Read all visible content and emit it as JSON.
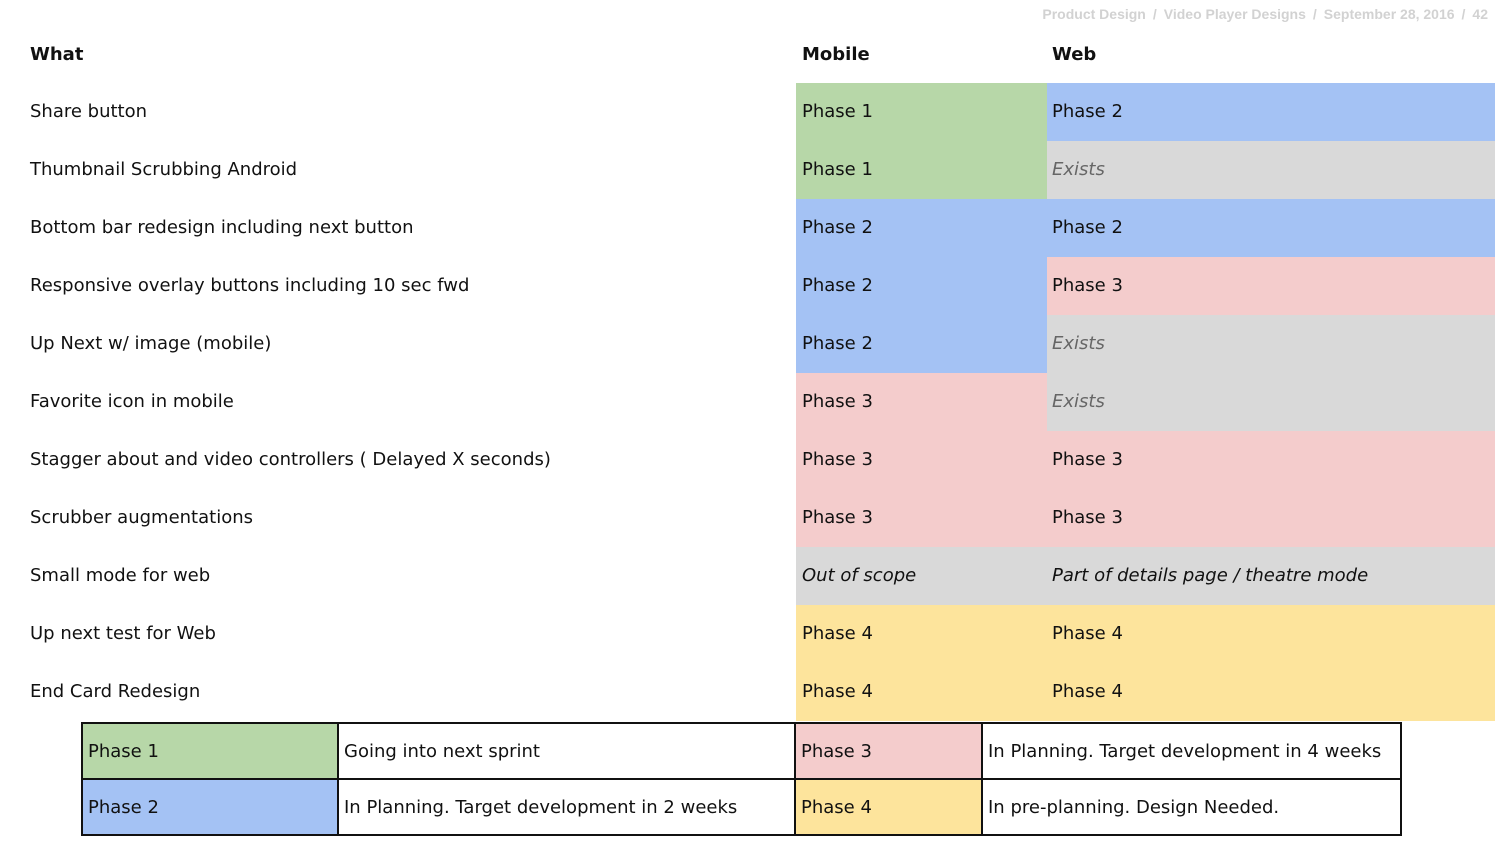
{
  "breadcrumb": {
    "items": [
      "Product Design",
      "Video Player Designs",
      "September 28, 2016"
    ],
    "page_number": "42"
  },
  "headers": {
    "what": "What",
    "mobile": "Mobile",
    "web": "Web"
  },
  "colors": {
    "phase1": "#b7d7a8",
    "phase2": "#a4c2f4",
    "phase3": "#f4cccc",
    "phase4": "#fde49c",
    "grey": "#d9d9d9"
  },
  "rows": [
    {
      "what": "Share button",
      "mobile": "Phase 1",
      "mobile_style": "phase1",
      "web": "Phase 2",
      "web_style": "phase2"
    },
    {
      "what": "Thumbnail Scrubbing Android",
      "mobile": "Phase 1",
      "mobile_style": "phase1",
      "web": "Exists",
      "web_style": "exists"
    },
    {
      "what": "Bottom bar redesign including next button",
      "mobile": "Phase 2",
      "mobile_style": "phase2",
      "web": "Phase 2",
      "web_style": "phase2"
    },
    {
      "what": "Responsive overlay buttons including 10 sec fwd",
      "mobile": "Phase 2",
      "mobile_style": "phase2",
      "web": "Phase 3",
      "web_style": "phase3"
    },
    {
      "what": "Up Next w/ image (mobile)",
      "mobile": "Phase 2",
      "mobile_style": "phase2",
      "web": "Exists",
      "web_style": "exists"
    },
    {
      "what": "Favorite icon in mobile",
      "mobile": "Phase 3",
      "mobile_style": "phase3",
      "web": "Exists",
      "web_style": "exists"
    },
    {
      "what": "Stagger about and video controllers ( Delayed X seconds)",
      "mobile": "Phase 3",
      "mobile_style": "phase3",
      "web": "Phase 3",
      "web_style": "phase3"
    },
    {
      "what": "Scrubber augmentations",
      "mobile": "Phase 3",
      "mobile_style": "phase3",
      "web": "Phase 3",
      "web_style": "phase3"
    },
    {
      "what": "Small mode for web",
      "mobile": "Out of scope",
      "mobile_style": "outofscope",
      "web": "Part of details page / theatre mode",
      "web_style": "outofscope"
    },
    {
      "what": "Up next test for Web",
      "mobile": "Phase 4",
      "mobile_style": "phase4",
      "web": "Phase 4",
      "web_style": "phase4"
    },
    {
      "what": "End Card Redesign",
      "mobile": "Phase 4",
      "mobile_style": "phase4",
      "web": "Phase 4",
      "web_style": "phase4"
    }
  ],
  "legend": [
    [
      {
        "phase": "Phase 1",
        "style": "phase1",
        "description": "Going into next sprint"
      },
      {
        "phase": "Phase 3",
        "style": "phase3",
        "description": "In Planning. Target development in 4 weeks"
      }
    ],
    [
      {
        "phase": "Phase 2",
        "style": "phase2",
        "description": "In Planning. Target development in 2 weeks"
      },
      {
        "phase": "Phase 4",
        "style": "phase4",
        "description": "In pre-planning. Design Needed."
      }
    ]
  ]
}
